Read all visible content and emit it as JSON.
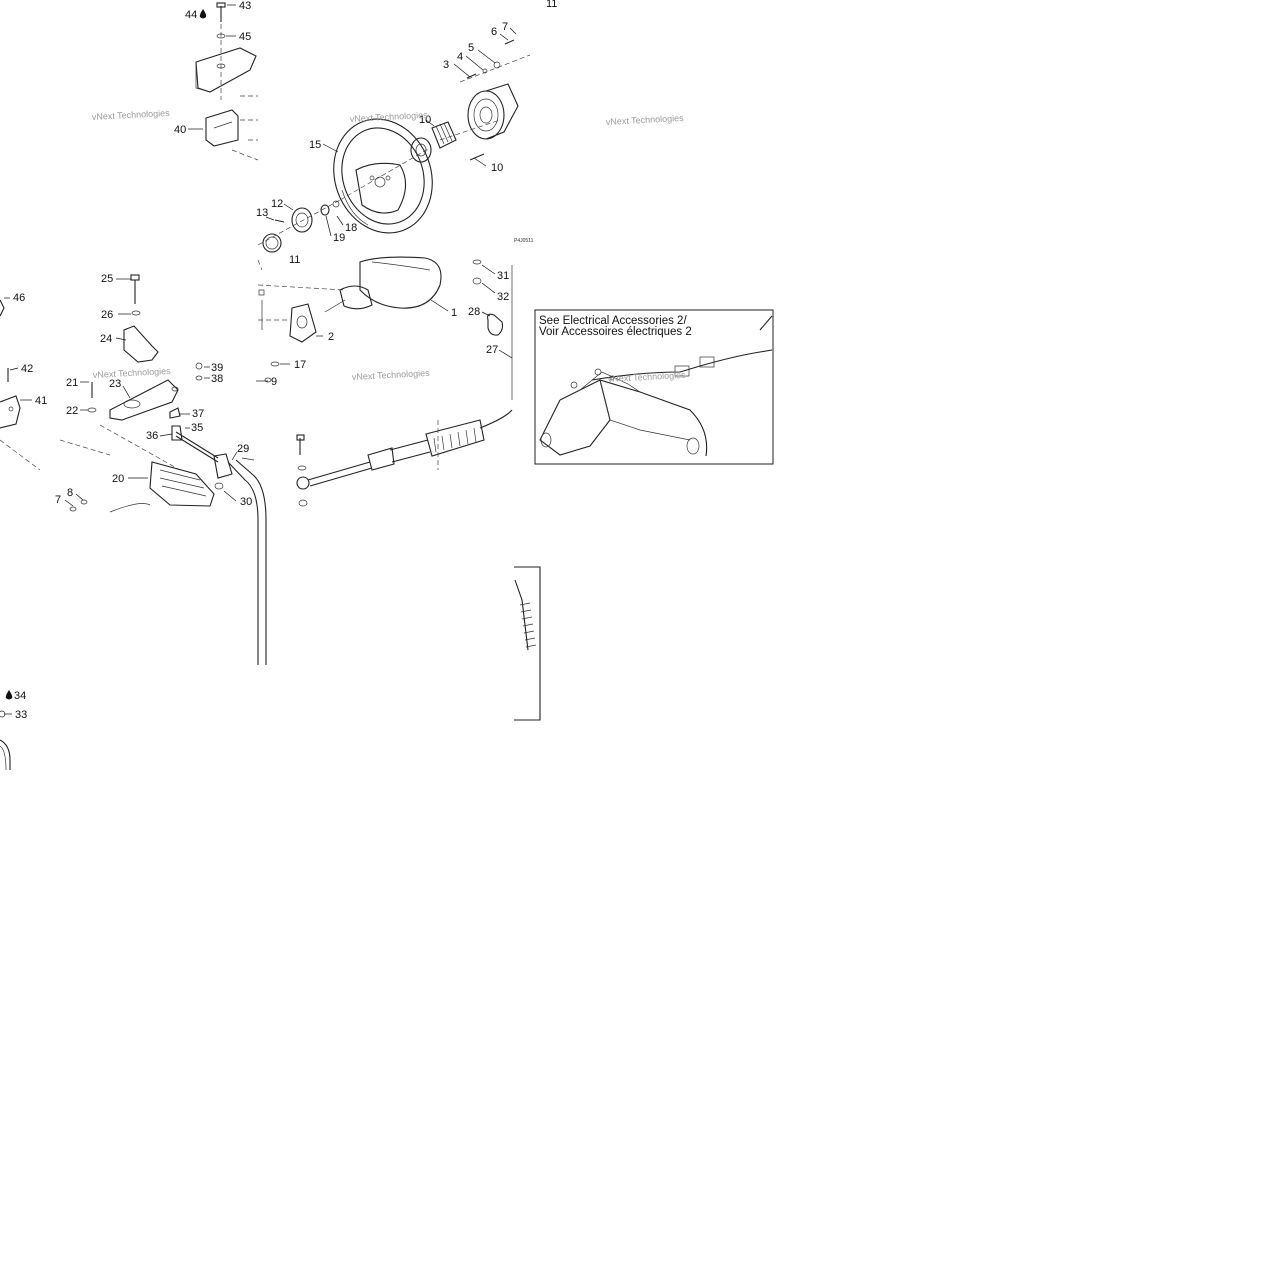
{
  "diagram": {
    "callouts": [
      {
        "id": "c1",
        "text": "1"
      },
      {
        "id": "c2",
        "text": "2"
      },
      {
        "id": "c3",
        "text": "3"
      },
      {
        "id": "c4",
        "text": "4"
      },
      {
        "id": "c5",
        "text": "5"
      },
      {
        "id": "c6",
        "text": "6"
      },
      {
        "id": "c7a",
        "text": "7"
      },
      {
        "id": "c7b",
        "text": "7"
      },
      {
        "id": "c8",
        "text": "8"
      },
      {
        "id": "c9",
        "text": "9"
      },
      {
        "id": "c10a",
        "text": "10"
      },
      {
        "id": "c10b",
        "text": "10"
      },
      {
        "id": "c11a",
        "text": "11"
      },
      {
        "id": "c11b",
        "text": "11"
      },
      {
        "id": "c12",
        "text": "12"
      },
      {
        "id": "c13",
        "text": "13"
      },
      {
        "id": "c15",
        "text": "15"
      },
      {
        "id": "c17",
        "text": "17"
      },
      {
        "id": "c18",
        "text": "18"
      },
      {
        "id": "c19",
        "text": "19"
      },
      {
        "id": "c20",
        "text": "20"
      },
      {
        "id": "c21",
        "text": "21"
      },
      {
        "id": "c22",
        "text": "22"
      },
      {
        "id": "c23",
        "text": "23"
      },
      {
        "id": "c24",
        "text": "24"
      },
      {
        "id": "c25",
        "text": "25"
      },
      {
        "id": "c26",
        "text": "26"
      },
      {
        "id": "c27",
        "text": "27"
      },
      {
        "id": "c28",
        "text": "28"
      },
      {
        "id": "c29",
        "text": "29"
      },
      {
        "id": "c30",
        "text": "30"
      },
      {
        "id": "c31",
        "text": "31"
      },
      {
        "id": "c32",
        "text": "32"
      },
      {
        "id": "c33",
        "text": "33"
      },
      {
        "id": "c34",
        "text": "34"
      },
      {
        "id": "c35",
        "text": "35"
      },
      {
        "id": "c36",
        "text": "36"
      },
      {
        "id": "c37",
        "text": "37"
      },
      {
        "id": "c38",
        "text": "38"
      },
      {
        "id": "c39",
        "text": "39"
      },
      {
        "id": "c40",
        "text": "40"
      },
      {
        "id": "c41",
        "text": "41"
      },
      {
        "id": "c42",
        "text": "42"
      },
      {
        "id": "c43",
        "text": "43"
      },
      {
        "id": "c44",
        "text": "44"
      },
      {
        "id": "c45",
        "text": "45"
      },
      {
        "id": "c46",
        "text": "46"
      }
    ],
    "watermark": "vNext Technologies",
    "reference_code": "P4J0511",
    "reference_note": {
      "line1": "See Electrical Accessories 2/",
      "line2": "Voir Accessoires électriques 2"
    },
    "icons": [
      "oil-drop-icon"
    ]
  }
}
